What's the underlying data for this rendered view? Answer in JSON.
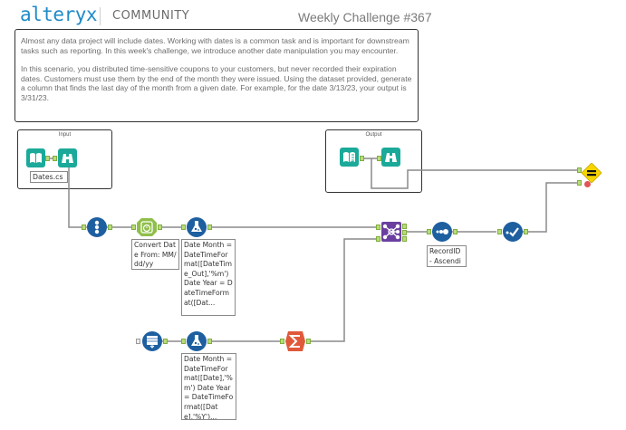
{
  "header": {
    "logo": "alteryx",
    "section": "COMMUNITY",
    "challenge_title": "Weekly Challenge #367"
  },
  "description": {
    "paragraph_1": "Almost any data project will include dates. Working with dates is a common task and is important for downstream tasks such as reporting. In this week's challenge,  we introduce another date manipulation you may encounter.",
    "paragraph_2": "In  this scenario, you distributed time-sensitive coupons to your customers, but never recorded their expiration dates. Customers must use them by the end of the month they were issued. Using the dataset provided, generate a column that finds the last day of the month from a given date. For example, for the date 3/13/23, your output is 3/31/23."
  },
  "containers": {
    "input": {
      "title": "Input",
      "input_file_label": "Dates.csv"
    },
    "output": {
      "title": "Output"
    }
  },
  "annotations": {
    "datetime_tool": "Convert Date From: MM/dd/yy",
    "formula_top": "Date Month = DateTimeFormat([DateTime_Out],'%m') Date Year = DateTimeFormat([Dat...",
    "formula_bottom": "Date Month = DateTimeFormat([Date],'%m') Date Year = DateTimeFormat([Date],'%Y')...",
    "sort_tool": "RecordID - Ascending"
  },
  "tools": [
    {
      "id": "input-data",
      "icon": "book-icon",
      "color": "#1ba99a"
    },
    {
      "id": "browse-input",
      "icon": "binoculars-icon",
      "color": "#1ba99a"
    },
    {
      "id": "select",
      "icon": "select-icon",
      "color": "#1e5fa0"
    },
    {
      "id": "datetime",
      "icon": "clock-icon",
      "color": "#8fbf4a"
    },
    {
      "id": "formula-top",
      "icon": "flask-icon",
      "color": "#1e5fa0"
    },
    {
      "id": "join-multiple",
      "icon": "network-icon",
      "color": "#6b3fa0"
    },
    {
      "id": "sort",
      "icon": "dots-icon",
      "color": "#1e5fa0"
    },
    {
      "id": "select-records",
      "icon": "check-icon",
      "color": "#1e5fa0"
    },
    {
      "id": "test",
      "icon": "equals-diamond-icon",
      "color": "#f5d400"
    },
    {
      "id": "text-input",
      "icon": "text-input-icon",
      "color": "#1e5fa0"
    },
    {
      "id": "formula-bottom",
      "icon": "flask-icon",
      "color": "#1e5fa0"
    },
    {
      "id": "summarize",
      "icon": "sigma-icon",
      "color": "#e0593a"
    },
    {
      "id": "output-data",
      "icon": "book-icon",
      "color": "#1ba99a"
    },
    {
      "id": "browse-output",
      "icon": "binoculars-icon",
      "color": "#1ba99a"
    }
  ]
}
